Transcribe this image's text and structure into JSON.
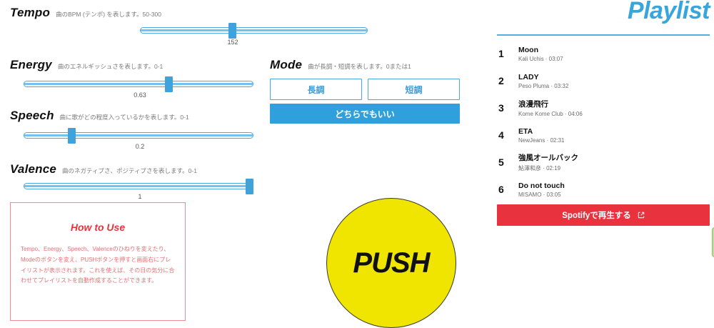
{
  "controls": {
    "tempo": {
      "title": "Tempo",
      "desc": "曲のBPM (テンポ) を表します。50-300",
      "value": "152"
    },
    "energy": {
      "title": "Energy",
      "desc": "曲のエネルギッシュさを表します。0-1",
      "value": "0.63"
    },
    "speech": {
      "title": "Speech",
      "desc": "曲に歌がどの程度入っているかを表します。0-1",
      "value": "0.2"
    },
    "valence": {
      "title": "Valence",
      "desc": "曲のネガティブさ、ポジティブさを表します。0-1",
      "value": "1"
    },
    "mode": {
      "title": "Mode",
      "desc": "曲が長調・短調を表します。0または1",
      "major_label": "長調",
      "minor_label": "短調",
      "either_label": "どちらでもいい"
    },
    "push_label": "PUSH"
  },
  "howto": {
    "title": "How to Use",
    "body": "Tempo、Energy、Speech、Valenceのひねりを変えたり、Modeのボタンを変え、PUSHボタンを押すと画面右にプレイリストが表示されます。これを使えば、その日の気分に合わせてプレイリストを自動作成することができます。"
  },
  "playlist": {
    "title": "Playlist",
    "tracks": [
      {
        "num": "1",
        "name": "Moon",
        "meta": "Kali Uchis · 03:07"
      },
      {
        "num": "2",
        "name": "LADY",
        "meta": "Peso Pluma · 03:32"
      },
      {
        "num": "3",
        "name": "浪漫飛行",
        "meta": "Kome Kome Club · 04:06"
      },
      {
        "num": "4",
        "name": "ETA",
        "meta": "NewJeans · 02:31"
      },
      {
        "num": "5",
        "name": "強風オールバック",
        "meta": "鮎澤和彦 · 02:19"
      },
      {
        "num": "6",
        "name": "Do not touch",
        "meta": "MISAMO · 03:05"
      }
    ],
    "spotify_label": "Spotifyで再生する"
  },
  "colors": {
    "accent_blue": "#39a5dd",
    "slider_blue": "#3ea3dd",
    "red": "#e8333f",
    "yellow": "#f0e500",
    "howto_red": "#e8323c",
    "green": "#bedd9a"
  }
}
